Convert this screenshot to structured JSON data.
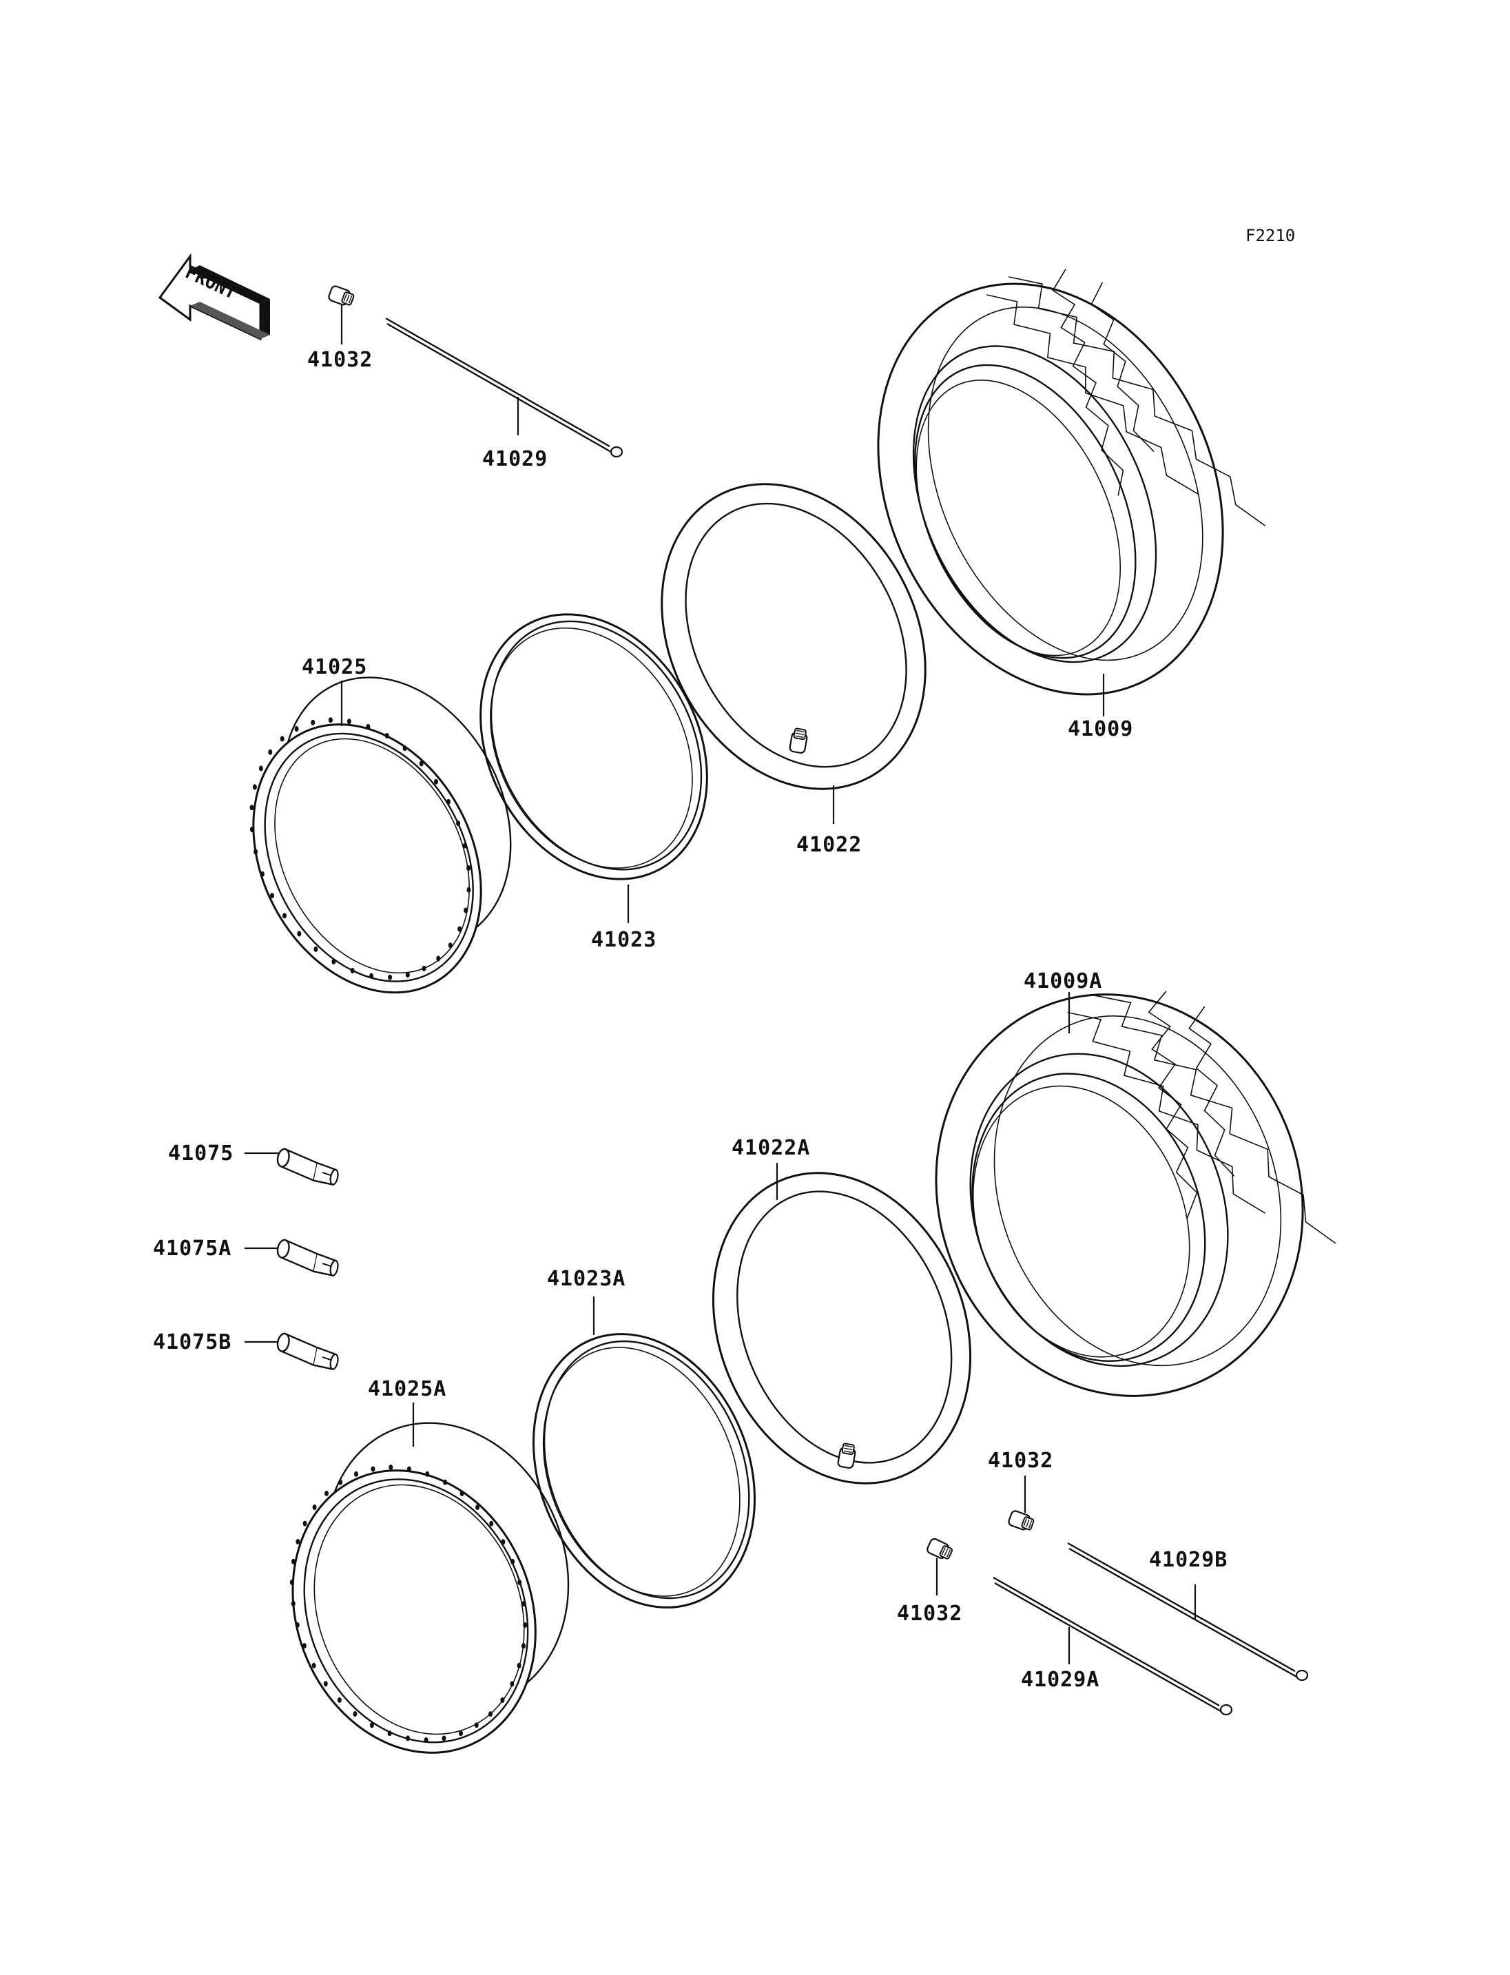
{
  "figure_code": "F2210",
  "front_label": "FRONT",
  "labels": {
    "p41032_top": "41032",
    "p41029": "41029",
    "p41025": "41025",
    "p41023": "41023",
    "p41022": "41022",
    "p41009": "41009",
    "p41009A": "41009A",
    "p41075": "41075",
    "p41075A": "41075A",
    "p41075B": "41075B",
    "p41022A": "41022A",
    "p41023A": "41023A",
    "p41025A": "41025A",
    "p41032_right": "41032",
    "p41032_mid": "41032",
    "p41029B": "41029B",
    "p41029A": "41029A"
  }
}
